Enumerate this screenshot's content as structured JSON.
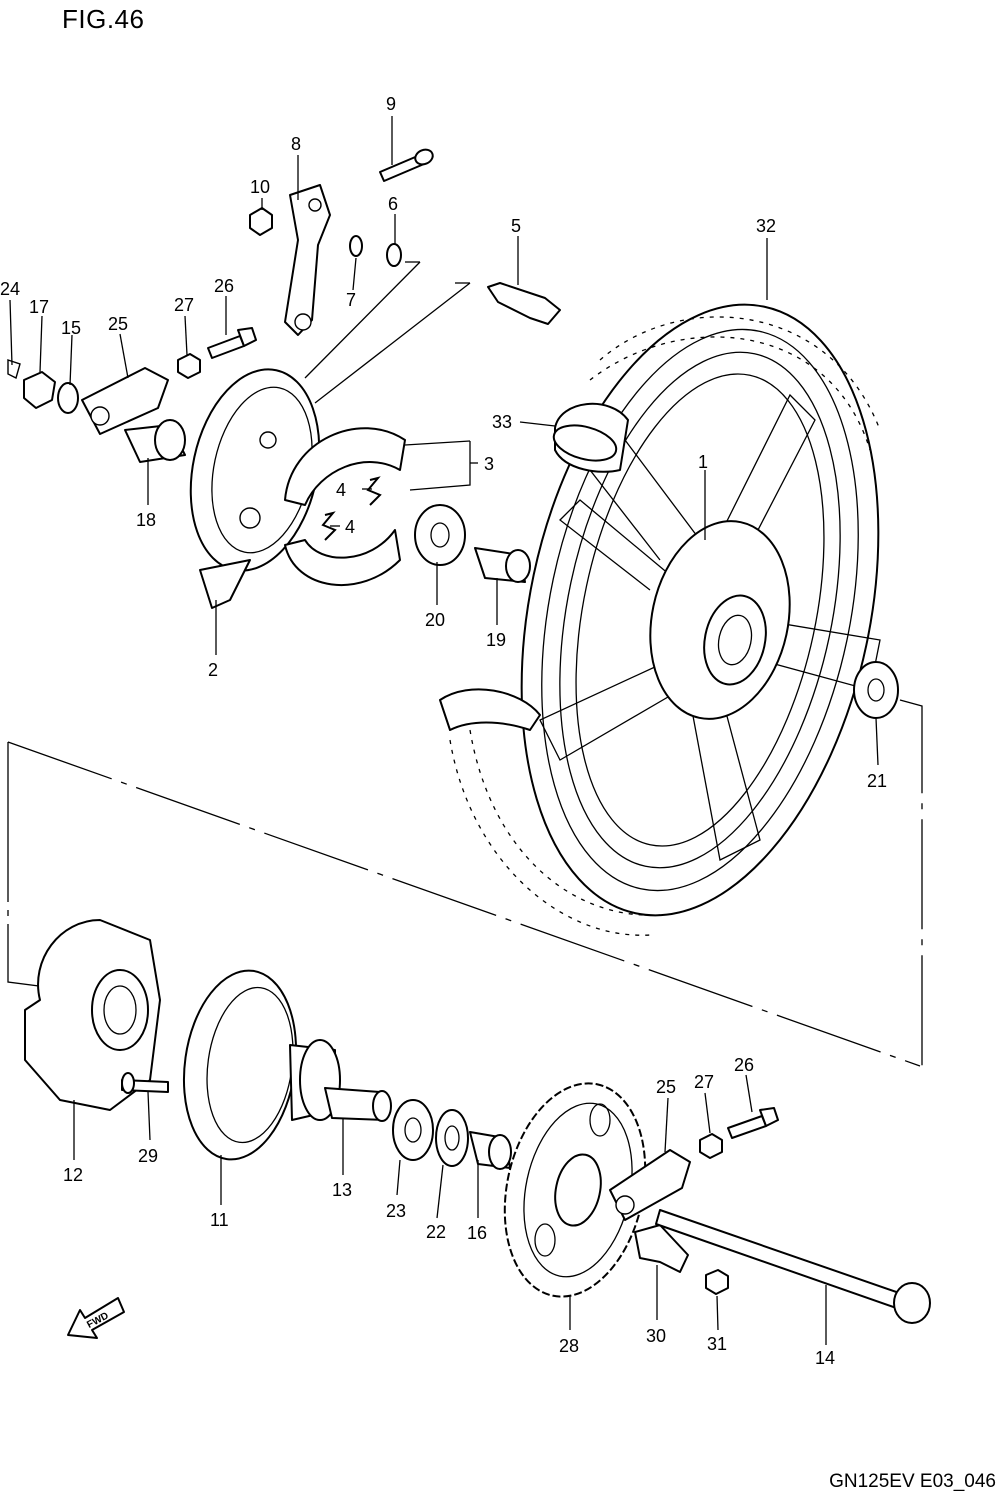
{
  "figure_label": "FIG.46",
  "diagram_code": "GN125EV E03_046",
  "fwd_arrow_label": "FWD",
  "callouts": [
    {
      "id": "c1",
      "num": "1"
    },
    {
      "id": "c2",
      "num": "2"
    },
    {
      "id": "c3",
      "num": "3"
    },
    {
      "id": "c4a",
      "num": "4"
    },
    {
      "id": "c4b",
      "num": "4"
    },
    {
      "id": "c5",
      "num": "5"
    },
    {
      "id": "c6",
      "num": "6"
    },
    {
      "id": "c7",
      "num": "7"
    },
    {
      "id": "c8",
      "num": "8"
    },
    {
      "id": "c9",
      "num": "9"
    },
    {
      "id": "c10",
      "num": "10"
    },
    {
      "id": "c11",
      "num": "11"
    },
    {
      "id": "c12",
      "num": "12"
    },
    {
      "id": "c13",
      "num": "13"
    },
    {
      "id": "c14",
      "num": "14"
    },
    {
      "id": "c15",
      "num": "15"
    },
    {
      "id": "c16",
      "num": "16"
    },
    {
      "id": "c17",
      "num": "17"
    },
    {
      "id": "c18",
      "num": "18"
    },
    {
      "id": "c19",
      "num": "19"
    },
    {
      "id": "c20",
      "num": "20"
    },
    {
      "id": "c21",
      "num": "21"
    },
    {
      "id": "c22",
      "num": "22"
    },
    {
      "id": "c23",
      "num": "23"
    },
    {
      "id": "c24",
      "num": "24"
    },
    {
      "id": "c25a",
      "num": "25"
    },
    {
      "id": "c25b",
      "num": "25"
    },
    {
      "id": "c26a",
      "num": "26"
    },
    {
      "id": "c26b",
      "num": "26"
    },
    {
      "id": "c27a",
      "num": "27"
    },
    {
      "id": "c27b",
      "num": "27"
    },
    {
      "id": "c28",
      "num": "28"
    },
    {
      "id": "c29",
      "num": "29"
    },
    {
      "id": "c30",
      "num": "30"
    },
    {
      "id": "c31",
      "num": "31"
    },
    {
      "id": "c32",
      "num": "32"
    },
    {
      "id": "c33",
      "num": "33"
    }
  ]
}
